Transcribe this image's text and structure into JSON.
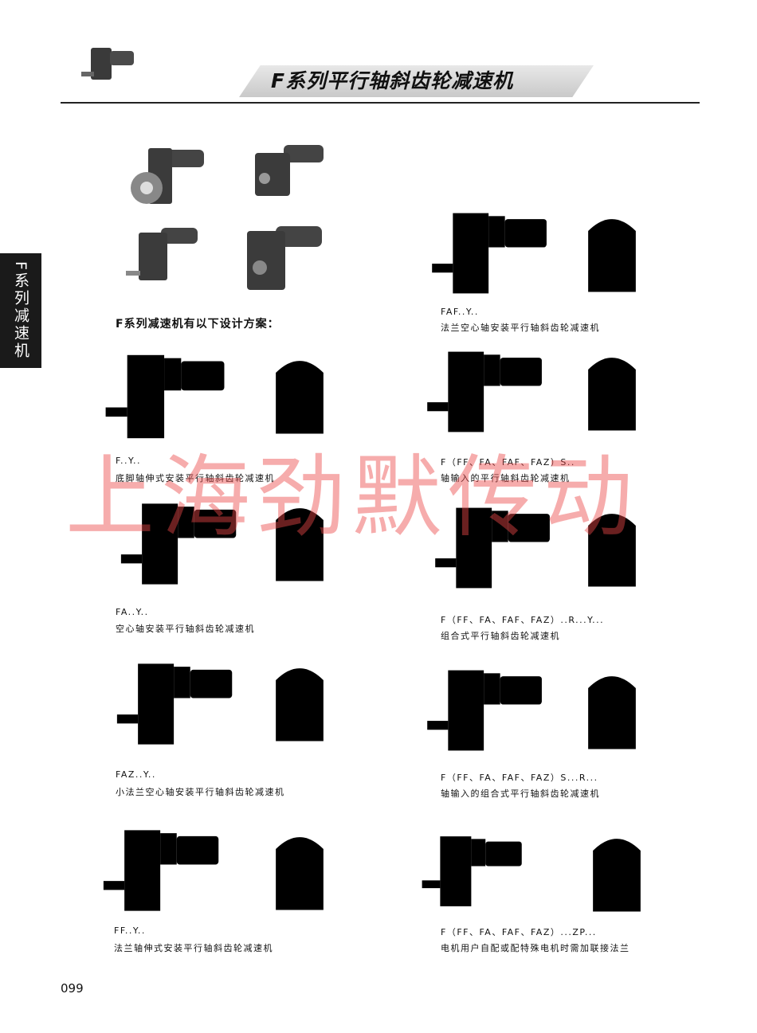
{
  "page": {
    "title": "F系列平行轴斜齿轮减速机",
    "side_tab": "F系列减速机",
    "intro": "F系列减速机有以下设计方案：",
    "page_number": "099",
    "watermark": "上海劲默传动"
  },
  "designs": [
    {
      "code": "FAF..Y..",
      "desc": "法兰空心轴安装平行轴斜齿轮减速机"
    },
    {
      "code": "F..Y..",
      "desc": "底脚轴伸式安装平行轴斜齿轮减速机"
    },
    {
      "code": "F（FF、FA、FAF、FAZ）S..",
      "desc": "轴输入的平行轴斜齿轮减速机"
    },
    {
      "code": "FA..Y..",
      "desc": "空心轴安装平行轴斜齿轮减速机"
    },
    {
      "code": "F（FF、FA、FAF、FAZ）..R...Y...",
      "desc": "组合式平行轴斜齿轮减速机"
    },
    {
      "code": "FAZ..Y..",
      "desc": "小法兰空心轴安装平行轴斜齿轮减速机"
    },
    {
      "code": "F（FF、FA、FAF、FAZ）S...R...",
      "desc": "轴输入的组合式平行轴斜齿轮减速机"
    },
    {
      "code": "FF..Y..",
      "desc": "法兰轴伸式安装平行轴斜齿轮减速机"
    },
    {
      "code": "F（FF、FA、FAF、FAZ）...ZP...",
      "desc": "电机用户自配或配特殊电机时需加联接法兰"
    }
  ]
}
